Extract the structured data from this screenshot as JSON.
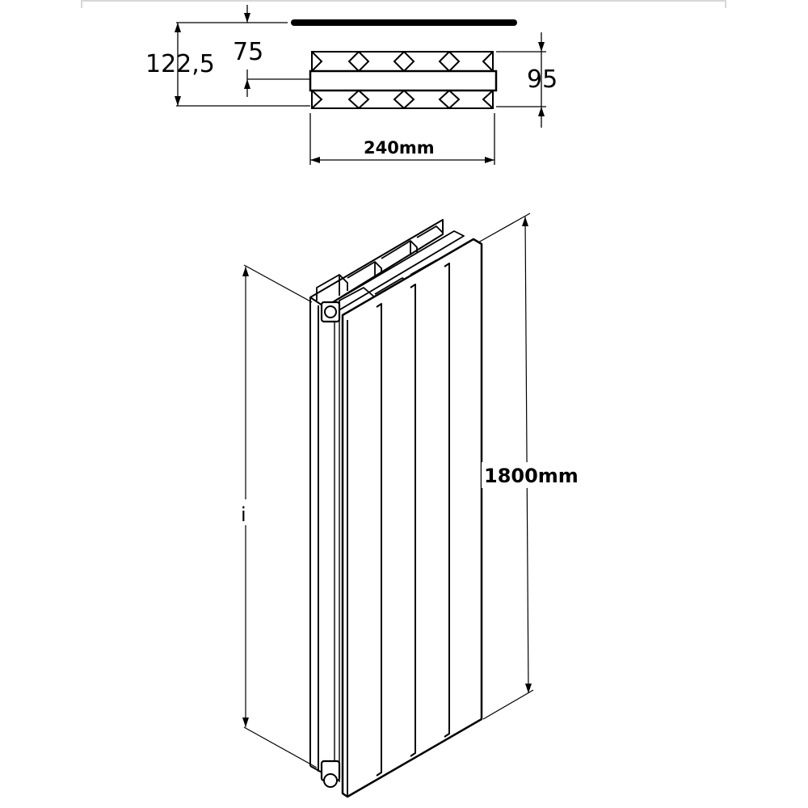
{
  "top_view": {
    "label_depth_total": "122,5",
    "label_depth_inner": "75",
    "label_depth_panel": "95",
    "label_width": "240mm"
  },
  "front_view": {
    "label_height": "1800mm",
    "label_side": "i"
  },
  "colors": {
    "line": "#000000",
    "fill": "#ffffff",
    "border_shadow": "#d8d8d8"
  }
}
